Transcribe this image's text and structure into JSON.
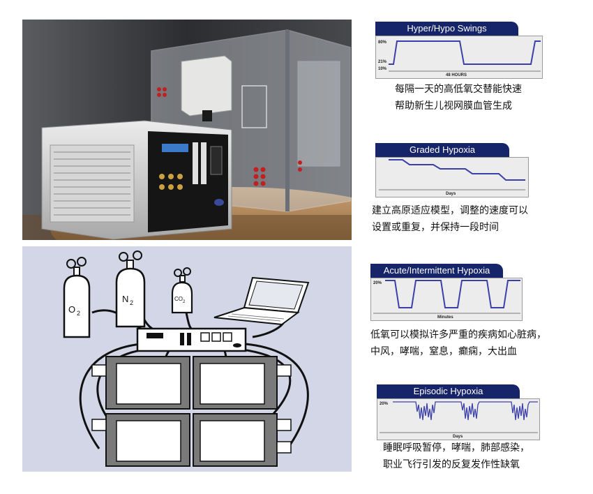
{
  "photo": {
    "description_icon": "hypoxia-chamber-photo"
  },
  "diagram": {
    "cylinders": [
      {
        "label": "O",
        "sub": "2"
      },
      {
        "label": "N",
        "sub": "2"
      },
      {
        "label": "CO",
        "sub": "2"
      }
    ]
  },
  "charts": [
    {
      "title": "Hyper/Hypo Swings",
      "xlabel": "48 HOURS",
      "ytick_top": "80%",
      "ytick_mid": "21%",
      "ytick_bot": "10%",
      "caption_line1": "每隔一天的高低氧交替能快速",
      "caption_line2": "帮助新生儿视网膜血管生成"
    },
    {
      "title": "Graded Hypoxia",
      "xlabel": "Days",
      "caption_line1": "建立高原适应模型，调整的速度可以",
      "caption_line2": "设置或重复，并保持一段时间"
    },
    {
      "title": "Acute/Intermittent Hypoxia",
      "xlabel": "Minutes",
      "ytick_top": "20%",
      "caption_line1": "低氧可以模拟许多严重的疾病如心脏病，",
      "caption_line2": "中风，哮喘，窒息，癫痫，大出血"
    },
    {
      "title": "Episodic Hypoxia",
      "xlabel": "Days",
      "ytick_top": "20%",
      "caption_line1": "睡眠呼吸暂停，哮喘，肺部感染，",
      "caption_line2": "职业飞行引发的反复发作性缺氧"
    }
  ],
  "colors": {
    "tab": "#16246a",
    "line": "#3b3fa8",
    "panel": "#ececec"
  }
}
